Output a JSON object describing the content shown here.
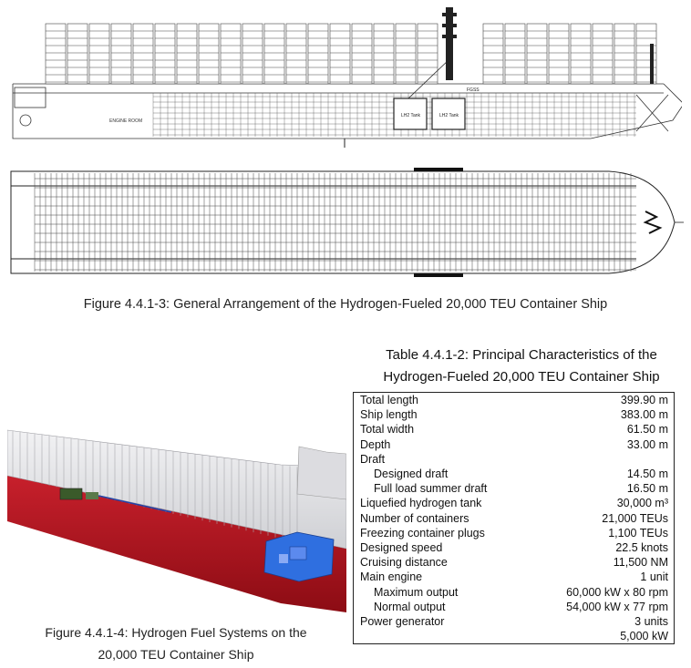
{
  "figure_side": {
    "labels": {
      "engine_room": "ENGINE ROOM",
      "lh2_tank_1": "LH2 Tank",
      "lh2_tank_2": "LH2 Tank",
      "fgss": "FGSS"
    }
  },
  "caption_1": "Figure 4.4.1-3: General Arrangement of the Hydrogen-Fueled 20,000 TEU Container Ship",
  "table": {
    "title_line1": "Table 4.4.1-2: Principal Characteristics of the",
    "title_line2": "Hydrogen-Fueled 20,000 TEU Container Ship",
    "rows": [
      {
        "label": "Total length",
        "value": "399.90 m",
        "indent": false
      },
      {
        "label": "Ship length",
        "value": "383.00 m",
        "indent": false
      },
      {
        "label": "Total width",
        "value": "61.50 m",
        "indent": false
      },
      {
        "label": "Depth",
        "value": "33.00 m",
        "indent": false
      },
      {
        "label": "Draft",
        "value": "",
        "indent": false
      },
      {
        "label": "Designed draft",
        "value": "14.50 m",
        "indent": true
      },
      {
        "label": "Full load summer draft",
        "value": "16.50 m",
        "indent": true
      },
      {
        "label": "Liquefied hydrogen tank",
        "value": "30,000 m³",
        "indent": false
      },
      {
        "label": "Number of containers",
        "value": "21,000 TEUs",
        "indent": false
      },
      {
        "label": "Freezing container plugs",
        "value": "1,100 TEUs",
        "indent": false
      },
      {
        "label": "Designed speed",
        "value": "22.5 knots",
        "indent": false
      },
      {
        "label": "Cruising distance",
        "value": "11,500 NM",
        "indent": false
      },
      {
        "label": "Main engine",
        "value": "1 unit",
        "indent": false
      },
      {
        "label": "Maximum output",
        "value": "60,000 kW x 80 rpm",
        "indent": true
      },
      {
        "label": "Normal output",
        "value": "54,000 kW x 77 rpm",
        "indent": true
      },
      {
        "label": "Power generator",
        "value": "3  units",
        "indent": false
      },
      {
        "label": "",
        "value": "5,000 kW",
        "indent": false
      }
    ]
  },
  "caption_2_line1": "Figure 4.4.1-4:    Hydrogen Fuel Systems on the",
  "caption_2_line2": "20,000 TEU Container Ship",
  "colors": {
    "hull_red": "#b3101c",
    "tank_blue": "#2f6fe0",
    "container_grey": "#e6e6e8"
  }
}
